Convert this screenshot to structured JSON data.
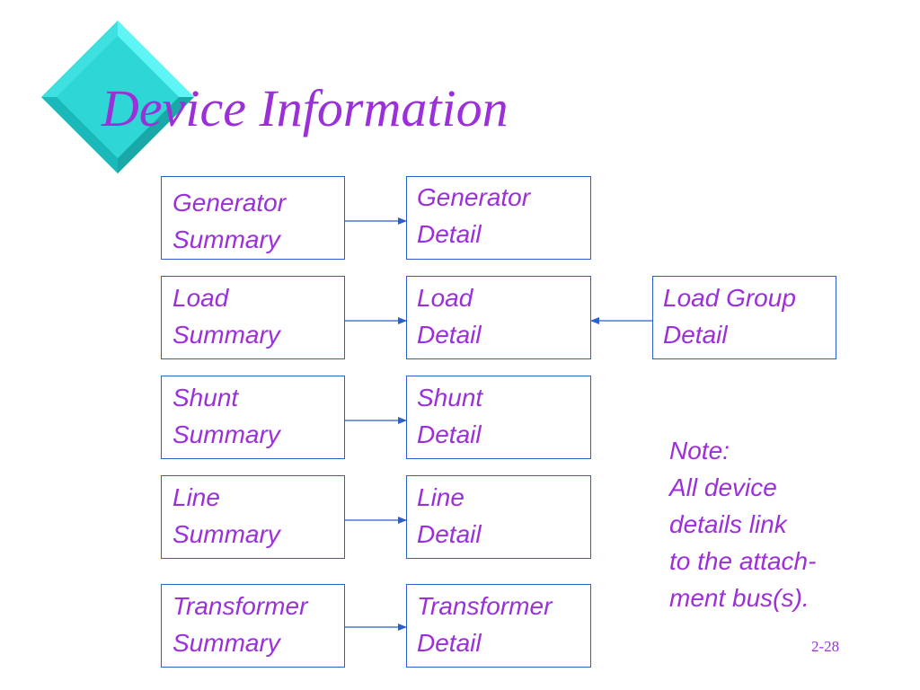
{
  "slide": {
    "title": "Device Information",
    "slide_number": "2-28"
  },
  "nodes": {
    "generator_summary": [
      "Generator",
      "Summary"
    ],
    "generator_detail": [
      "Generator",
      "Detail"
    ],
    "load_summary": [
      "Load",
      "Summary"
    ],
    "load_detail": [
      "Load",
      "Detail"
    ],
    "load_group_detail": [
      "Load Group",
      "Detail"
    ],
    "shunt_summary": [
      "Shunt",
      "Summary"
    ],
    "shunt_detail": [
      "Shunt",
      "Detail"
    ],
    "line_summary": [
      "Line",
      "Summary"
    ],
    "line_detail": [
      "Line",
      "Detail"
    ],
    "transformer_summary": [
      "Transformer",
      "Summary"
    ],
    "transformer_detail": [
      "Transformer",
      "Detail"
    ]
  },
  "note": {
    "lines": [
      "Note:",
      "All device",
      "details link",
      "to the attach-",
      "ment bus(s)."
    ]
  },
  "colors": {
    "text": "#9b30d9",
    "border": "#2b5fcf",
    "diamond_light": "#5ff5f5",
    "diamond_dark": "#1fc4c4"
  }
}
